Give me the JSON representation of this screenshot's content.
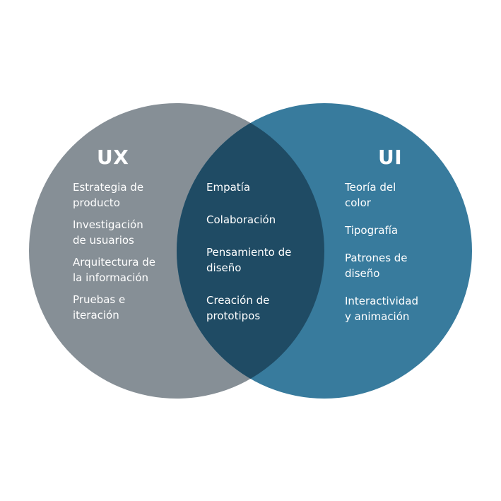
{
  "colors": {
    "ux_circle": "#868f96",
    "ui_circle": "#387b9d",
    "overlap": "#1f4b64",
    "text": "#ffffff",
    "background": "#ffffff"
  },
  "ux": {
    "title": "UX",
    "items": [
      "Estrategia de\nproducto",
      "Investigación\nde usuarios",
      "Arquitectura de\nla información",
      "Pruebas e\niteración"
    ]
  },
  "both": {
    "items": [
      "Empatía",
      "Colaboración",
      "Pensamiento de\ndiseño",
      "Creación de\nprototipos"
    ]
  },
  "ui": {
    "title": "UI",
    "items": [
      "Teoría del\ncolor",
      "Tipografía",
      "Patrones de\ndiseño",
      "Interactividad\ny animación"
    ]
  }
}
